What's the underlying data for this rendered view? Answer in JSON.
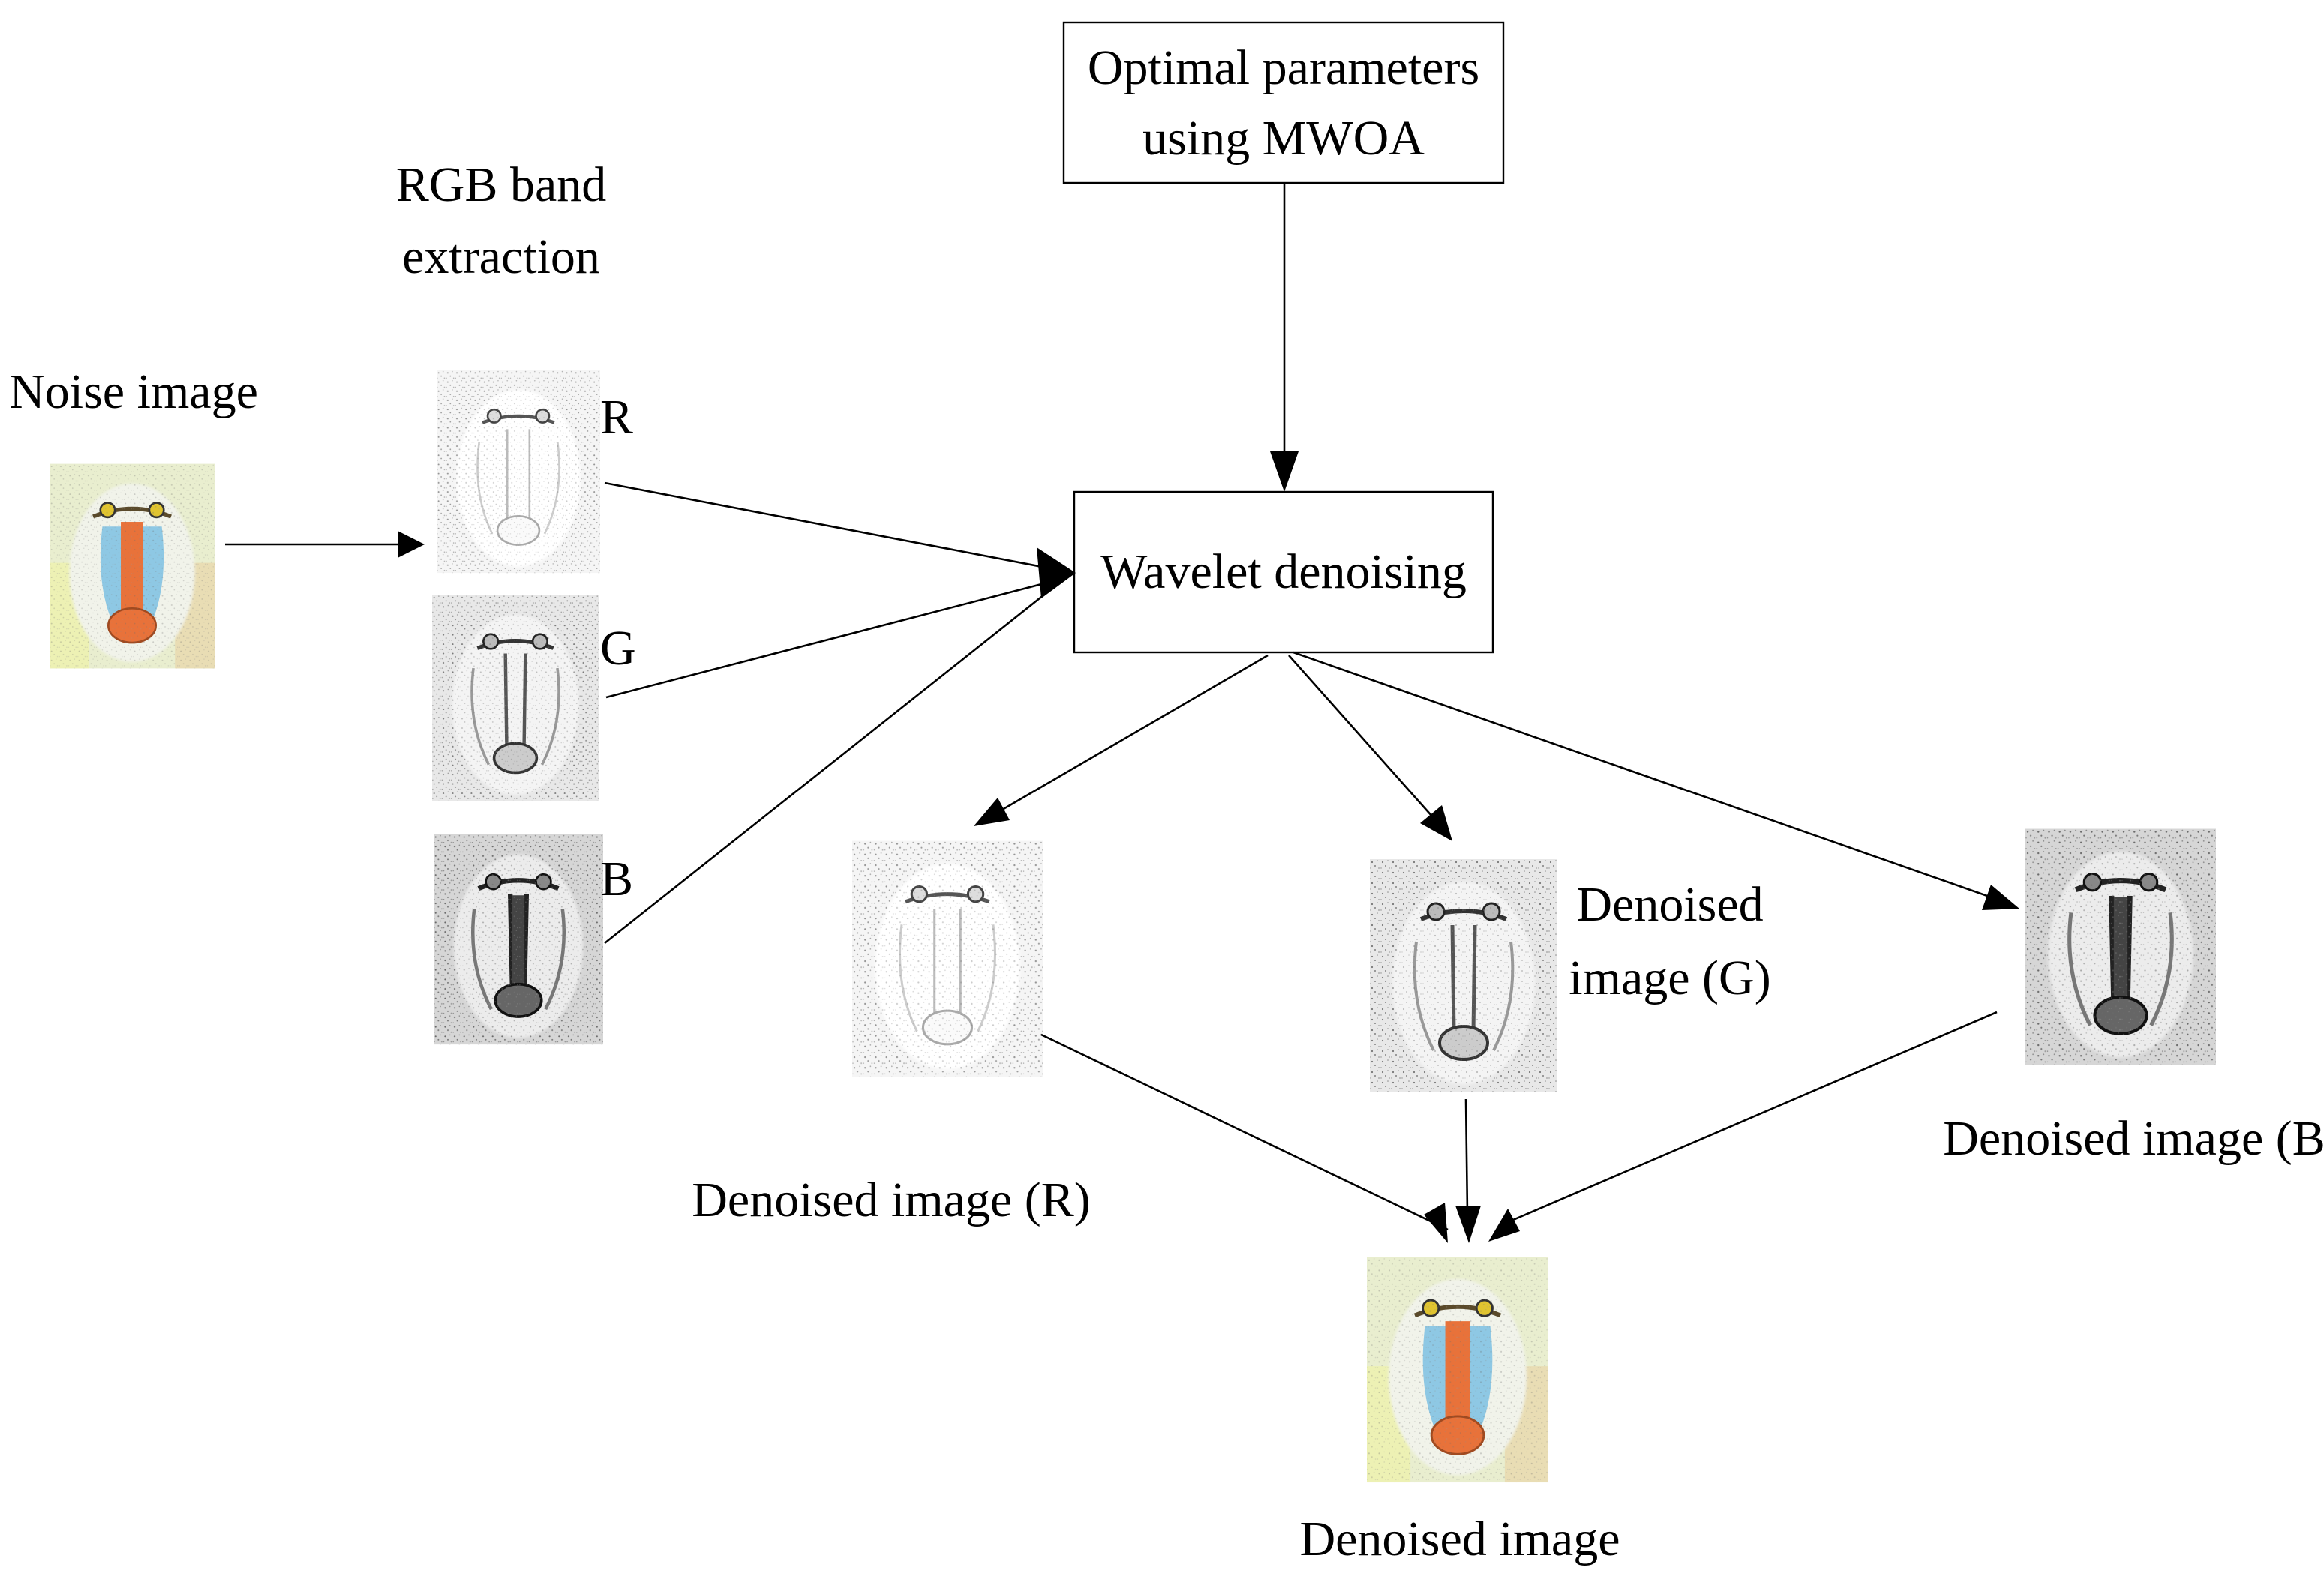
{
  "labels": {
    "noise_image": "Noise image",
    "rgb_band_line1": "RGB band",
    "rgb_band_line2": "extraction",
    "band_r": "R",
    "band_g": "G",
    "band_b": "B",
    "optimal_line1": "Optimal parameters",
    "optimal_line2": "using MWOA",
    "wavelet": "Wavelet denoising",
    "denoised_r": "Denoised image (R)",
    "denoised_g_line1": "Denoised",
    "denoised_g_line2": "image (G)",
    "denoised_b": "Denoised image (B)",
    "denoised_final": "Denoised image"
  },
  "images": {
    "noise": {
      "kind": "baboon-color"
    },
    "band_r": {
      "kind": "baboon-light"
    },
    "band_g": {
      "kind": "baboon-mid"
    },
    "band_b": {
      "kind": "baboon-dark"
    },
    "out_r": {
      "kind": "baboon-light"
    },
    "out_g": {
      "kind": "baboon-mid"
    },
    "out_b": {
      "kind": "baboon-dark"
    },
    "final": {
      "kind": "baboon-color"
    }
  }
}
